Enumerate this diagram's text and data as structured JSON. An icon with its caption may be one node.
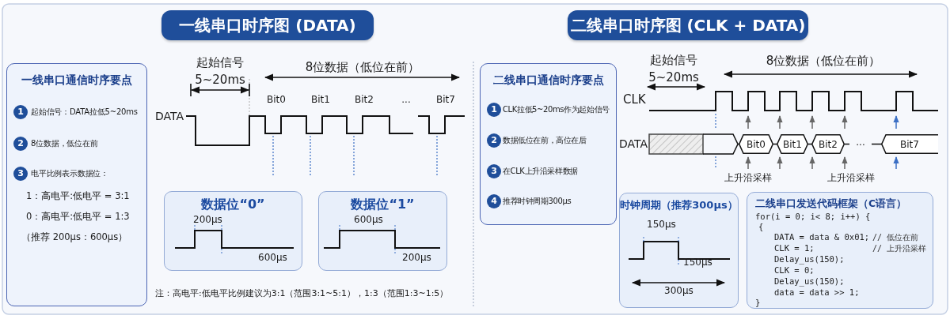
{
  "diagram": {
    "nodes": [
      {
        "text": [
          "一线串口时序图 (DATA)"
        ]
      },
      {
        "text": [
          "一线串口通信时序要点",
          "1",
          "起始信号：DATA拉低5~20ms",
          "2",
          "8位数据，低位在前",
          "3",
          "电平比例表示数据位：",
          "1：高电平:低电平 = 3:1",
          "0：高电平:低电平 = 1:3",
          "（推荐 200μs：600μs）"
        ]
      },
      {
        "text": [
          "数据位“0”",
          "200μs",
          "600μs"
        ]
      },
      {
        "text": [
          "数据位“1”",
          "600μs",
          "200μs"
        ]
      },
      {
        "text": [
          "二线串口时序图 (CLK + DATA)"
        ]
      },
      {
        "text": [
          "二线串口通信时序要点",
          "1",
          "CLK拉低5~20ms作为起始信号",
          "2",
          "数据低位在前，高位在后",
          "3",
          "在CLK上升沿采样数据",
          "4",
          "推荐时钟周期300μs"
        ]
      },
      {
        "text": [
          "Bit0"
        ]
      },
      {
        "text": [
          "Bit1"
        ]
      },
      {
        "text": [
          "Bit2"
        ]
      },
      {
        "text": [
          "Bit7"
        ]
      },
      {
        "text": [
          "时钟周期（推荐300μs）",
          "150μs",
          "150μs",
          "300μs"
        ]
      },
      {
        "text": [
          "二线串口发送代码框架（C语言）",
          "for(i = 0; i< 8; i++) {",
          "{",
          "DATA = data & 0x01;",
          "// 低位在前",
          "CLK = 1;",
          "// 上升沿采样",
          "Delay_us(150);",
          "CLK = 0;",
          "Delay_us(150);",
          "data = data >> 1;",
          "}"
        ]
      }
    ],
    "labels": [
      "起始信号",
      "5~20ms",
      "8位数据（低位在前）",
      "DATA",
      "Bit0",
      "Bit1",
      "Bit2",
      "...",
      "Bit7",
      "注：高电平:低电平比例建议为3:1（范围3:1~5:1），1:3（范围1:3~1:5）",
      "起始信号",
      "5~20ms",
      "8位数据（低位在前）",
      "CLK",
      "DATA",
      "...",
      "上升沿采样",
      "上升沿采样"
    ]
  }
}
